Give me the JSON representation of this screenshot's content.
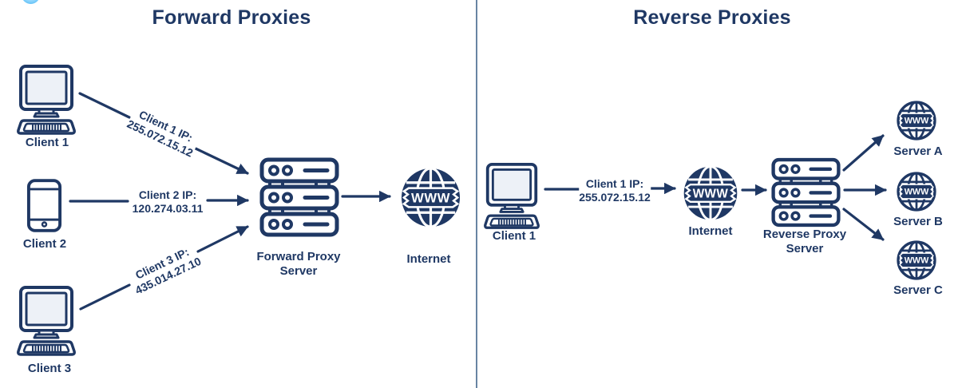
{
  "page": {
    "background": "#ffffff",
    "navy": "#1f3864",
    "divider_color": "#6884a3"
  },
  "forward_panel": {
    "title": "Forward Proxies",
    "globe_text": "WWW",
    "clients": [
      {
        "label": "Client 1",
        "ip_label": "Client 1 IP:",
        "ip": "255.072.15.12"
      },
      {
        "label": "Client 2",
        "ip_label": "Client 2 IP:",
        "ip": "120.274.03.11"
      },
      {
        "label": "Client 3",
        "ip_label": "Client 3 IP:",
        "ip": "435.014.27.10"
      }
    ],
    "proxy_label_line1": "Forward Proxy",
    "proxy_label_line2": "Server",
    "internet_label": "Internet"
  },
  "reverse_panel": {
    "title": "Reverse Proxies",
    "globe_text": "WWW",
    "client": {
      "label": "Client 1",
      "ip_label": "Client 1 IP:",
      "ip": "255.072.15.12"
    },
    "internet_label": "Internet",
    "proxy_label_line1": "Reverse Proxy",
    "proxy_label_line2": "Server",
    "servers": [
      {
        "label": "Server A"
      },
      {
        "label": "Server B"
      },
      {
        "label": "Server C"
      }
    ]
  }
}
